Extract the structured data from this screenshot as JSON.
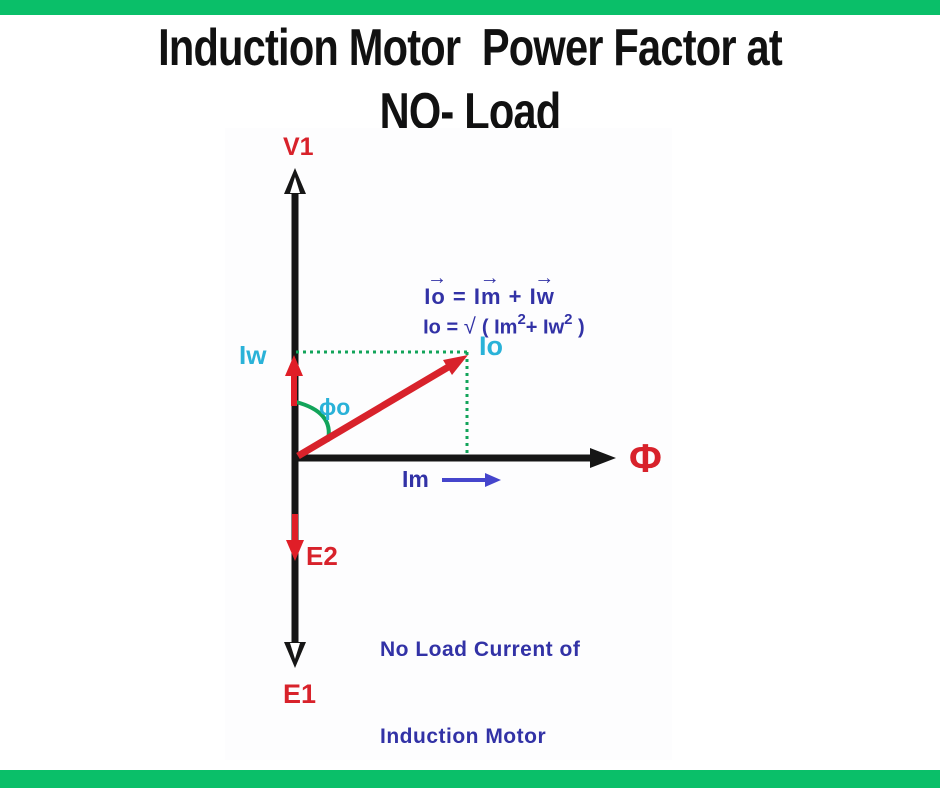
{
  "borders": {
    "color": "#0abf69"
  },
  "title": {
    "line1": "Induction Motor  Power Factor at",
    "line2": "NO- Load"
  },
  "diagram": {
    "axis_labels": {
      "v1": "V1",
      "phi": "Φ",
      "e2": "E2",
      "e1": "E1"
    },
    "vector_labels": {
      "iw": "Iw",
      "io": "Io",
      "im": "Im",
      "angle": "ϕo"
    },
    "formulas": {
      "vector_arrow": "→",
      "eq1": {
        "lhs": "Io",
        "equals": " = ",
        "term1": "Im",
        "plus": " + ",
        "term2": "Iw"
      },
      "eq2": {
        "lead": "Io = ",
        "radical": "√ ",
        "open_group": "( Im",
        "sup1": "2",
        "plus_term": "+ Iw",
        "sup2": "2",
        "close_group": " )"
      }
    },
    "caption": {
      "line1": "No Load Current of",
      "line2": "Induction Motor"
    },
    "colors": {
      "axis_black": "#161616",
      "vector_red": "#d8222b",
      "formula_navy": "#3232a6",
      "label_teal": "#2ab2d8",
      "construction_green": "#12a45a",
      "im_arrow_blue": "#4545cc"
    }
  }
}
